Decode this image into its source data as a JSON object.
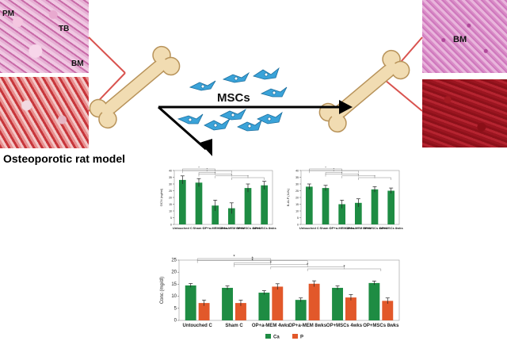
{
  "labels": {
    "pm": "PM",
    "tb": "TB",
    "bm_left": "BM",
    "bm_right": "BM",
    "model_title": "Osteoporotic rat model",
    "mscs": "MSCs"
  },
  "colors": {
    "bar_green": "#1e8c43",
    "bar_orange": "#e2582a",
    "connector_red": "#d9534f",
    "cell_blue": "#3aa3d9",
    "bone": "#f1dcb2"
  },
  "chart_data": [
    {
      "type": "bar",
      "title": "",
      "ylabel": "OCN (ng/ml)",
      "categories": [
        "Untouched C",
        "Sham C",
        "OP+a-MEM 4wks",
        "OP+a-MEM 8wks",
        "OP+MSCs 4wks",
        "OP+MSCs 8wks"
      ],
      "values": [
        33,
        31,
        14,
        12,
        27,
        29
      ],
      "errors": [
        3,
        3,
        4,
        4,
        3,
        3
      ],
      "ylim": [
        0,
        40
      ],
      "yticks": [
        0,
        5,
        10,
        15,
        20,
        25,
        30,
        35,
        40
      ],
      "significance_marker": "*"
    },
    {
      "type": "bar",
      "title": "",
      "ylabel": "B-ALP (IU/L)",
      "categories": [
        "Untouched C",
        "Sham C",
        "OP+a-MEM 4wks",
        "OP+a-MEM 8wks",
        "OP+MSCs 4wks",
        "OP+MSCs 8wks"
      ],
      "values": [
        28,
        27,
        15,
        16,
        26,
        25
      ],
      "errors": [
        2,
        2,
        3,
        3,
        2,
        2
      ],
      "ylim": [
        0,
        40
      ],
      "yticks": [
        0,
        5,
        10,
        15,
        20,
        25,
        30,
        35,
        40
      ],
      "significance_marker": "*"
    },
    {
      "type": "bar",
      "title": "",
      "ylabel": "Conc (mg/dl)",
      "categories": [
        "Untouched C",
        "Sham C",
        "OP+a-MEM 4wks",
        "OP+a-MEM 8wks",
        "OP+MSCs 4wks",
        "OP+MSCs 8wks"
      ],
      "series": [
        {
          "name": "Ca",
          "values": [
            14.5,
            13.5,
            11.5,
            8.5,
            13.5,
            15.5
          ],
          "errors": [
            0.8,
            0.8,
            0.8,
            0.8,
            0.8,
            0.8
          ]
        },
        {
          "name": "P",
          "values": [
            7.2,
            7.2,
            14,
            15.2,
            9.5,
            8.1
          ],
          "errors": [
            1.2,
            1.2,
            1.2,
            1.2,
            1.2,
            1.2
          ]
        }
      ],
      "ylim": [
        0,
        25
      ],
      "yticks": [
        0,
        5,
        10,
        15,
        20,
        25
      ],
      "significance_marker": "*"
    }
  ]
}
